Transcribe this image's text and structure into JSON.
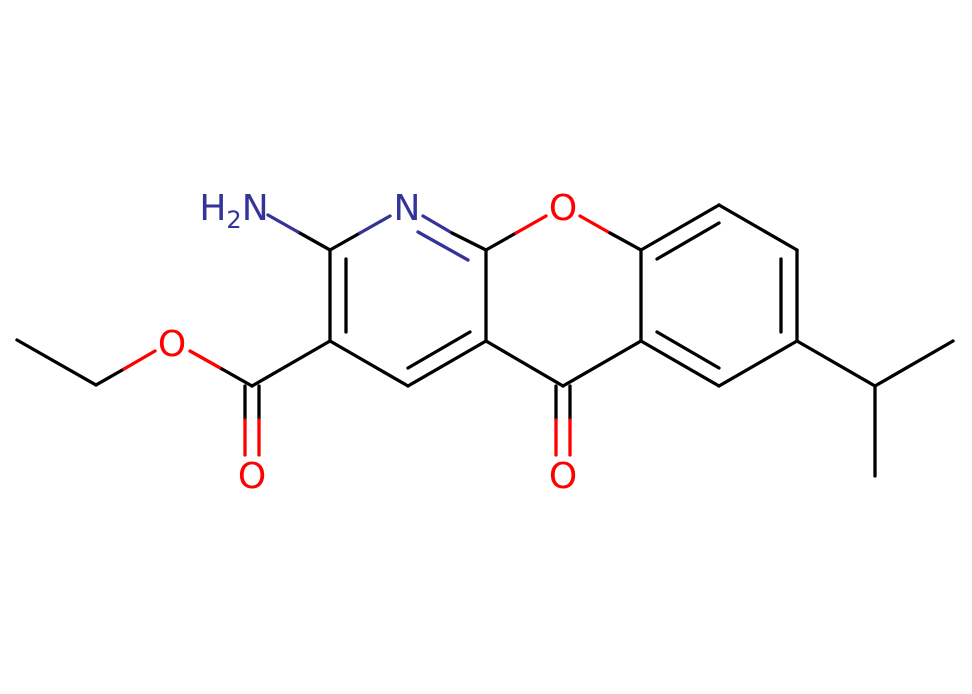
{
  "molecule": {
    "atoms": {
      "nh2": {
        "text": "H",
        "sub": "2",
        "tail": "N",
        "color": "#333399"
      },
      "n_ring": {
        "text": "N",
        "color": "#333399"
      },
      "o_ring": {
        "text": "O",
        "color": "#ff0000"
      },
      "o_ester": {
        "text": "O",
        "color": "#ff0000"
      },
      "o_carbonyl_ester": {
        "text": "O",
        "color": "#ff0000"
      },
      "o_ketone": {
        "text": "O",
        "color": "#ff0000"
      }
    },
    "colors": {
      "carbon": "#000000",
      "nitrogen": "#333399",
      "oxygen": "#ff0000",
      "background": "#ffffff"
    }
  }
}
